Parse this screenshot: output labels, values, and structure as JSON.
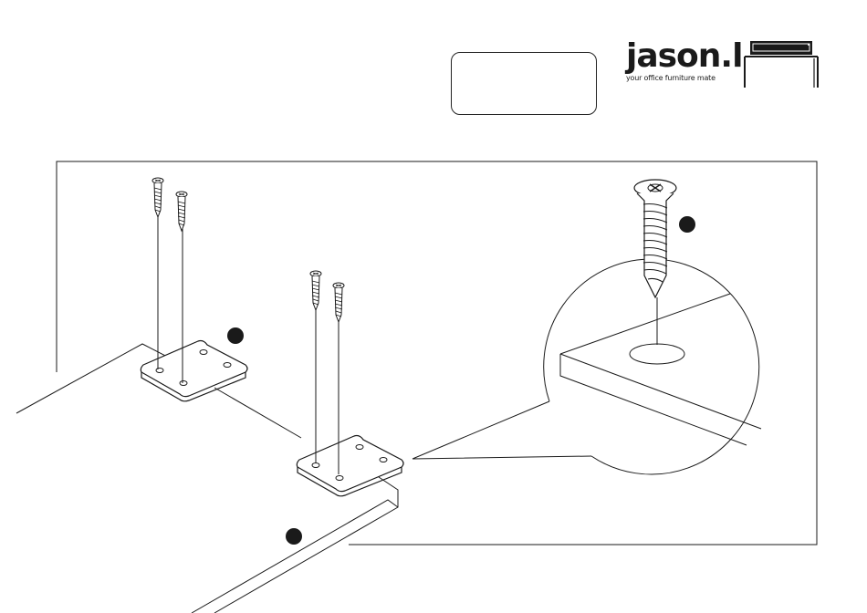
{
  "brand": {
    "name": "jason.l",
    "tagline": "your office furniture mate"
  },
  "colors": {
    "ink": "#1a1a1a",
    "paper": "#ffffff"
  },
  "icons": {
    "logo_mark": "desk-icon",
    "step_marker": "filled-circle"
  }
}
